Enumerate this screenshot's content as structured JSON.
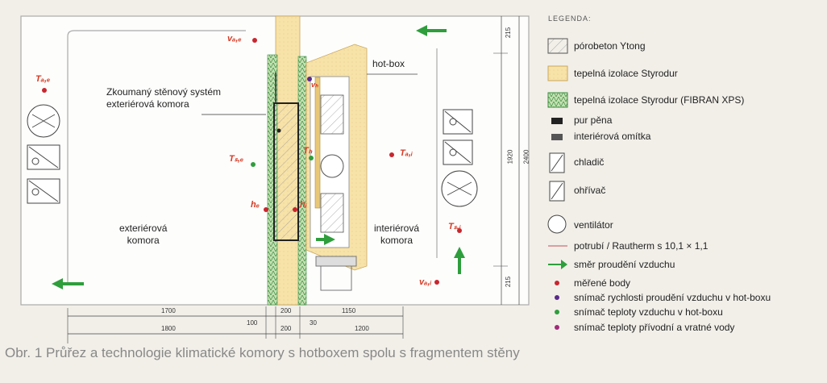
{
  "labels": {
    "wall_system": "Zkoumaný stěnový systém\nexteriérová komora",
    "hot_box": "hot-box",
    "exterior": "exteriérová\nkomora",
    "interior": "interiérová\nkomora",
    "t_ae": "Tₐ,ₑ",
    "v_ae": "vₐ,ₑ",
    "t_se": "Tₛ,ₑ",
    "t_ai": "Tₐ,ᵢ",
    "t_si": "Tₛ,ᵢ",
    "v_ai": "vₐ,ᵢ",
    "t_h": "Tₕ",
    "v_h": "vₕ",
    "h_e": "hₑ",
    "h_i": "hᵢ"
  },
  "dimensions": {
    "top_1700": "1700",
    "top_200": "200",
    "top_1150": "1150",
    "bot_1800": "1800",
    "bot_100": "100",
    "bot_200": "200",
    "bot_30": "30",
    "bot_1200": "1200",
    "v_215_top": "215",
    "v_1920": "1920",
    "v_2400": "2400",
    "v_215_bot": "215"
  },
  "legend": {
    "title": "LEGENDA:",
    "items": [
      {
        "text": "pórobeton Ytong",
        "icon": "ytong-hatch-icon"
      },
      {
        "text": "tepelná izolace Styrodur",
        "icon": "styrodur-icon"
      },
      {
        "text": "tepelná izolace Styrodur (FIBRAN XPS)",
        "icon": "fibran-xps-icon"
      },
      {
        "text": "pur pěna",
        "icon": "pur-foam-icon"
      },
      {
        "text": "interiérová omítka",
        "icon": "plaster-icon"
      },
      {
        "text": "chladič",
        "icon": "cooler-icon"
      },
      {
        "text": "ohřívač",
        "icon": "heater-icon"
      },
      {
        "text": "ventilátor",
        "icon": "fan-icon"
      },
      {
        "text": "potrubí / Rautherm s 10,1 × 1,1",
        "icon": "pipe-icon"
      },
      {
        "text": "směr proudění vzduchu",
        "icon": "arrow-icon"
      },
      {
        "text": "měřené body",
        "icon": "red-dot-icon"
      },
      {
        "text": "snímač rychlosti proudění vzduchu v hot-boxu",
        "icon": "purple-dot-icon"
      },
      {
        "text": "snímač teploty vzduchu v hot-boxu",
        "icon": "green-dot-icon"
      },
      {
        "text": "snímač teploty přívodní a vratné vody",
        "icon": "magenta-dot-icon"
      }
    ]
  },
  "caption": "Obr. 1 Průřez a technologie klimatické komory s hotboxem spolu s fragmentem stěny",
  "colors": {
    "red": "#c8262e",
    "green": "#2e9e3c",
    "purple": "#5a2a8a",
    "styrodur": "#f6dfa0",
    "xps": "#b8d9a8"
  }
}
